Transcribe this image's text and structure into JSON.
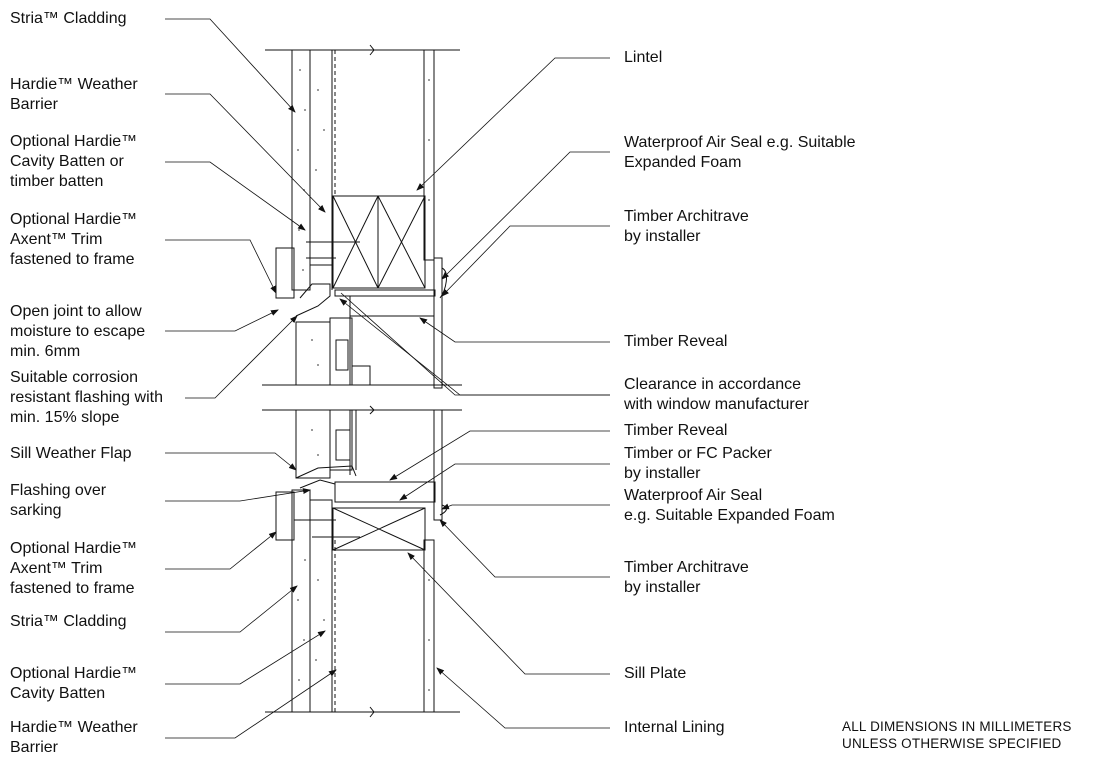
{
  "colors": {
    "ink": "#111111",
    "background": "#ffffff",
    "hatch": "#555555"
  },
  "labels_left": [
    {
      "id": "stria-top",
      "lines": [
        "Stria™ Cladding"
      ]
    },
    {
      "id": "weather-barrier-top",
      "lines": [
        "Hardie™ Weather",
        "Barrier"
      ]
    },
    {
      "id": "cavity-batten-top",
      "lines": [
        "Optional Hardie™",
        "Cavity Batten or",
        "timber batten"
      ]
    },
    {
      "id": "axent-trim-top",
      "lines": [
        "Optional Hardie™",
        "Axent™ Trim",
        "fastened to frame"
      ]
    },
    {
      "id": "open-joint",
      "lines": [
        "Open joint to allow",
        "moisture to escape",
        "min. 6mm"
      ]
    },
    {
      "id": "corrosion-flashing",
      "lines": [
        "Suitable corrosion",
        "resistant flashing with",
        "min. 15% slope"
      ]
    },
    {
      "id": "sill-weather-flap",
      "lines": [
        "Sill Weather Flap"
      ]
    },
    {
      "id": "flashing-sarking",
      "lines": [
        "Flashing over",
        "sarking"
      ]
    },
    {
      "id": "axent-trim-bottom",
      "lines": [
        "Optional Hardie™",
        "Axent™ Trim",
        "fastened to frame"
      ]
    },
    {
      "id": "stria-bottom",
      "lines": [
        "Stria™ Cladding"
      ]
    },
    {
      "id": "cavity-batten-bottom",
      "lines": [
        "Optional Hardie™",
        "Cavity Batten"
      ]
    },
    {
      "id": "weather-barrier-bottom",
      "lines": [
        "Hardie™ Weather",
        "Barrier"
      ]
    }
  ],
  "labels_right": [
    {
      "id": "lintel",
      "lines": [
        "Lintel"
      ]
    },
    {
      "id": "air-seal-top",
      "lines": [
        "Waterproof Air Seal e.g. Suitable",
        "Expanded Foam"
      ]
    },
    {
      "id": "architrave-top",
      "lines": [
        "Timber Architrave",
        "by installer"
      ]
    },
    {
      "id": "reveal-top",
      "lines": [
        "Timber Reveal"
      ]
    },
    {
      "id": "clearance",
      "lines": [
        "Clearance in accordance",
        "with window manufacturer"
      ]
    },
    {
      "id": "reveal-bottom",
      "lines": [
        "Timber Reveal"
      ]
    },
    {
      "id": "packer",
      "lines": [
        "Timber or FC Packer",
        "by installer"
      ]
    },
    {
      "id": "air-seal-bottom",
      "lines": [
        "Waterproof Air Seal",
        "e.g. Suitable Expanded Foam"
      ]
    },
    {
      "id": "architrave-bottom",
      "lines": [
        "Timber Architrave",
        "by installer"
      ]
    },
    {
      "id": "sill-plate",
      "lines": [
        "Sill Plate"
      ]
    },
    {
      "id": "internal-lining",
      "lines": [
        "Internal Lining"
      ]
    }
  ],
  "note": {
    "lines": [
      "ALL DIMENSIONS IN MILLIMETERS",
      "UNLESS OTHERWISE SPECIFIED"
    ]
  }
}
